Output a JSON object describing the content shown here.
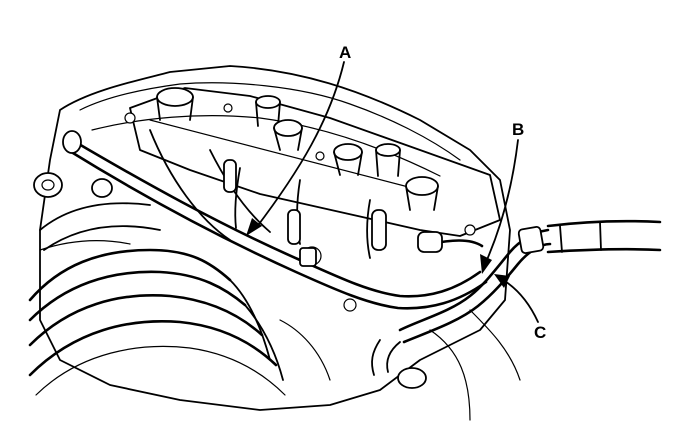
{
  "diagram": {
    "callouts": [
      {
        "id": "A",
        "label": "A"
      },
      {
        "id": "B",
        "label": "B"
      },
      {
        "id": "C",
        "label": "C"
      }
    ],
    "style": {
      "line_color": "#000000",
      "background": "#ffffff"
    }
  }
}
